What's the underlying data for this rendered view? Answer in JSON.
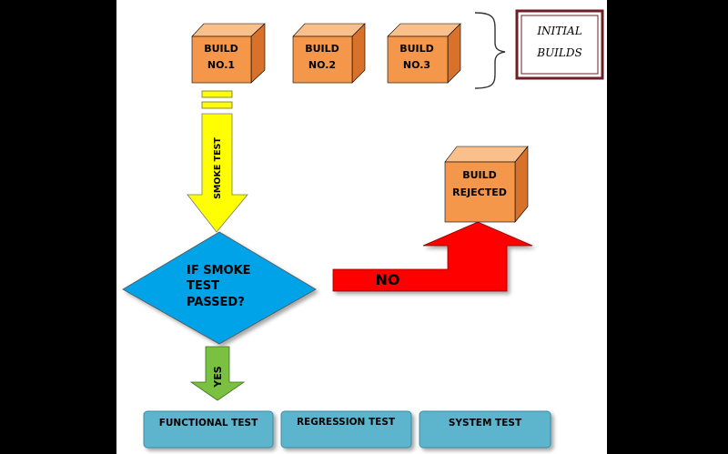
{
  "initial_builds": [
    {
      "line1": "BUILD",
      "line2": "NO.1"
    },
    {
      "line1": "BUILD",
      "line2": "NO.2"
    },
    {
      "line1": "BUILD",
      "line2": "NO.3"
    }
  ],
  "initial_builds_label": {
    "line1": "INITIAL",
    "line2": "BUILDS"
  },
  "smoke_test_label": "SMOKE TEST",
  "decision": {
    "line1": "IF SMOKE",
    "line2": "TEST",
    "line3": "PASSED?"
  },
  "no_label": "NO",
  "yes_label": "YES",
  "rejected_box": {
    "line1": "BUILD",
    "line2": "REJECTED"
  },
  "tests": [
    "FUNCTIONAL TEST",
    "REGRESSION TEST",
    "SYSTEM TEST"
  ],
  "colors": {
    "background": "#ffffff",
    "cube_front": "#f4974a",
    "cube_top": "#f9c08c",
    "cube_side": "#d8722a",
    "smoke_arrow": "#ffff00",
    "decision_fill": "#00a2e8",
    "no_arrow": "#ff0000",
    "yes_arrow": "#7ac142",
    "test_box": "#5bb5cc"
  }
}
